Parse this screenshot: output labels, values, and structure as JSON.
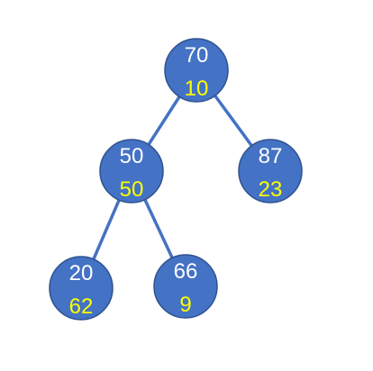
{
  "tree": {
    "colors": {
      "node_fill": "#4472C4",
      "node_border": "#2F528F",
      "edge": "#4472C4",
      "key_text": "#FFFFFF",
      "priority_text": "#FFFF00"
    },
    "nodes": [
      {
        "id": "n70",
        "key": "70",
        "priority": "10"
      },
      {
        "id": "n50",
        "key": "50",
        "priority": "50"
      },
      {
        "id": "n87",
        "key": "87",
        "priority": "23"
      },
      {
        "id": "n20",
        "key": "20",
        "priority": "62"
      },
      {
        "id": "n66",
        "key": "66",
        "priority": "9"
      }
    ],
    "edges": [
      {
        "from": "n70",
        "to": "n50"
      },
      {
        "from": "n70",
        "to": "n87"
      },
      {
        "from": "n50",
        "to": "n20"
      },
      {
        "from": "n50",
        "to": "n66"
      }
    ]
  }
}
